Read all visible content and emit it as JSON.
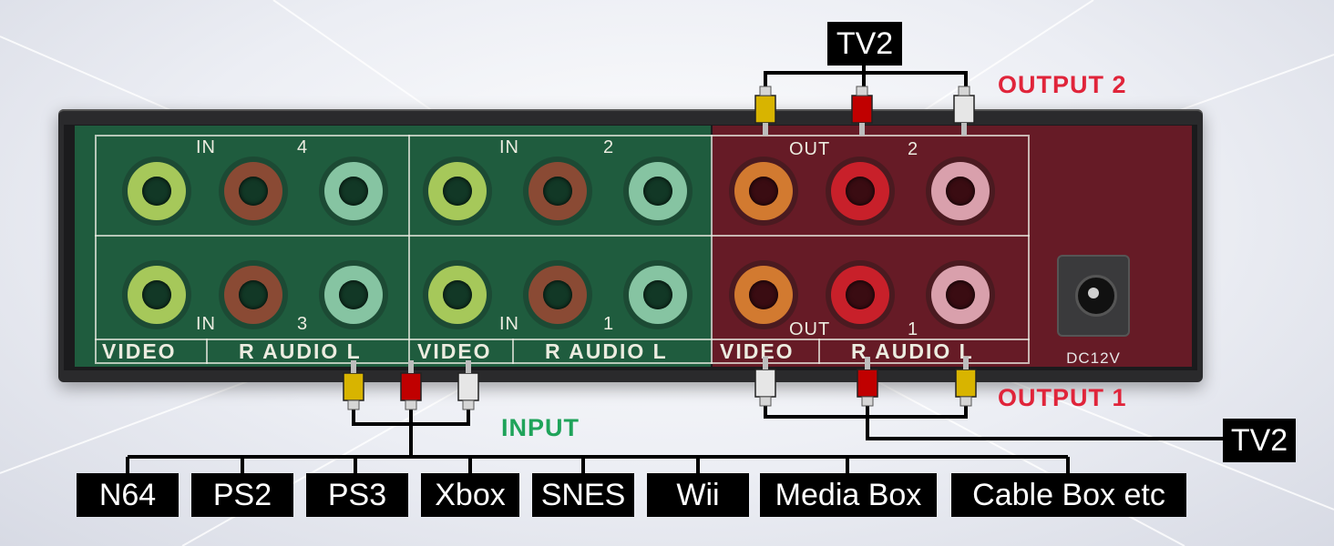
{
  "panel": {
    "top_group_a": {
      "in_label": "IN",
      "num": "4"
    },
    "top_group_b": {
      "in_label": "IN",
      "num": "2"
    },
    "top_group_out": {
      "out_label": "OUT",
      "num": "2"
    },
    "bottom_group_a": {
      "in_label": "IN",
      "num": "3"
    },
    "bottom_group_b": {
      "in_label": "IN",
      "num": "1"
    },
    "bottom_group_out": {
      "out_label": "OUT",
      "num": "1"
    },
    "footer": {
      "video_1": "VIDEO",
      "audio_1": "R AUDIO L",
      "video_2": "VIDEO",
      "audio_2": "R AUDIO L",
      "video_3": "VIDEO",
      "audio_3": "R AUDIO L"
    },
    "dc_label": "DC12V"
  },
  "labels": {
    "tv_top": "TV2",
    "tv_right": "TV2",
    "output_2": "OUTPUT 2",
    "output_1": "OUTPUT 1",
    "input": "INPUT"
  },
  "sources": [
    "N64",
    "PS2",
    "PS3",
    "Xbox",
    "SNES",
    "Wii",
    "Media Box",
    "Cable Box etc"
  ],
  "colors": {
    "green_overlay": "#206e48",
    "red_overlay": "#781c28",
    "output_label": "#e0243a",
    "input_label": "#1fa35a",
    "video_plug": "#d8b400",
    "audio_r_plug": "#c00000",
    "audio_l_plug": "#e6e6e6"
  }
}
